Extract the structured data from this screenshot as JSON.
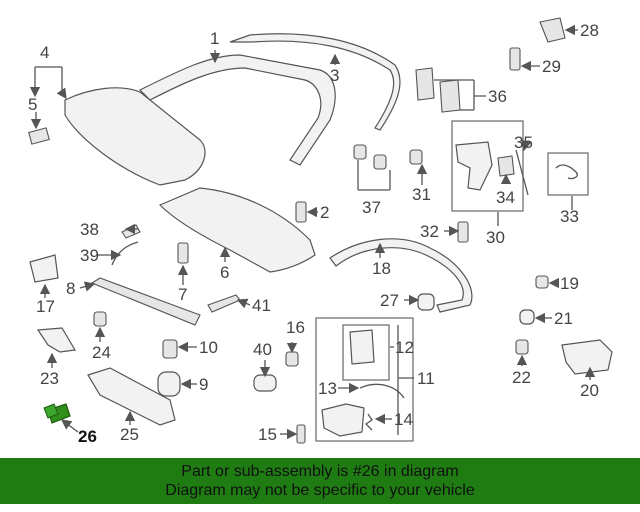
{
  "callouts": [
    "1",
    "2",
    "3",
    "4",
    "5",
    "6",
    "7",
    "8",
    "9",
    "10",
    "11",
    "12",
    "13",
    "14",
    "15",
    "16",
    "17",
    "18",
    "19",
    "20",
    "21",
    "22",
    "23",
    "24",
    "25",
    "26",
    "27",
    "28",
    "29",
    "30",
    "31",
    "32",
    "33",
    "34",
    "35",
    "36",
    "37",
    "38",
    "39",
    "40",
    "41"
  ],
  "highlight_part": "26",
  "banner": {
    "line1": "Part or sub-assembly is #26 in diagram",
    "line2": "Diagram may not be specific to your vehicle"
  },
  "colors": {
    "banner": "#1e7c12",
    "highlight_part": "#2f8f1a",
    "line": "#555555"
  }
}
